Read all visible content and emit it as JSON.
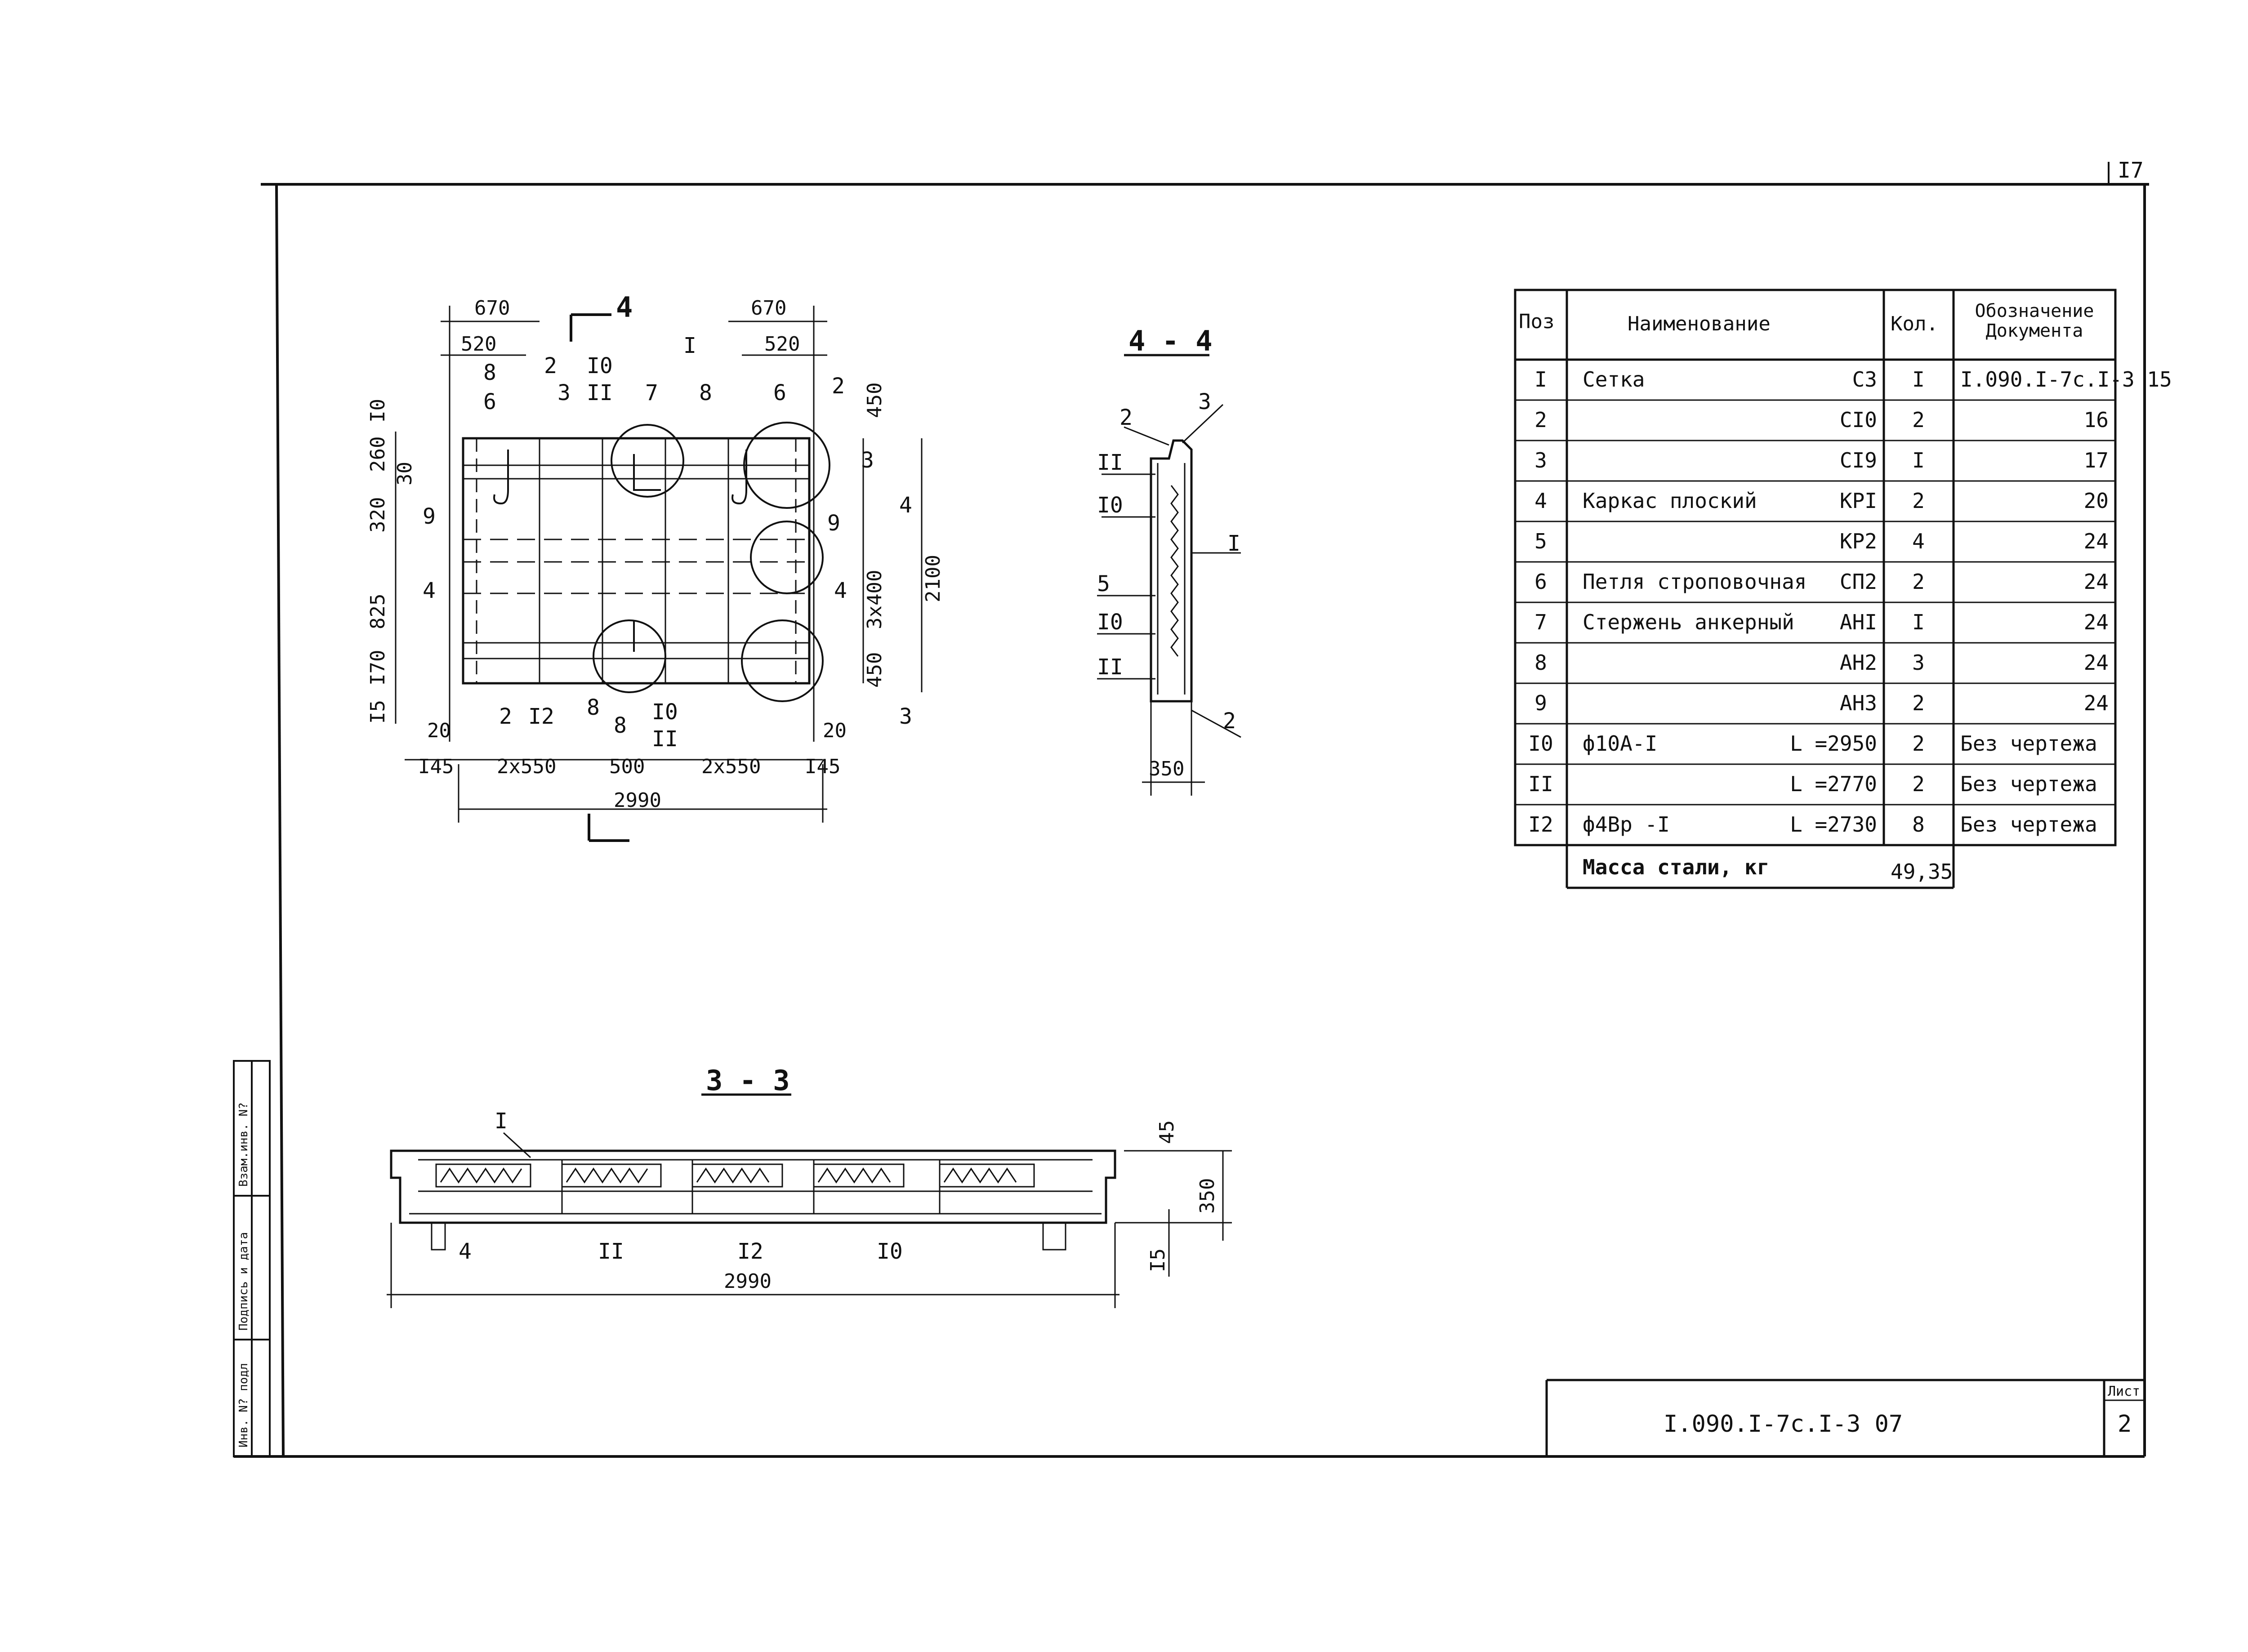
{
  "page_number": "I7",
  "sheet_label": "Лист",
  "sheet_number": "2",
  "doc_code": "I.090.I-7c.I-3 07",
  "stamp": {
    "fields": [
      "Инв. N? подл",
      "Подпись и дата",
      "Взам.инв. N?"
    ]
  },
  "plan_view": {
    "section_mark": "4",
    "dims_top": [
      "670",
      "520",
      "670",
      "520"
    ],
    "dims_bottom": [
      "I45",
      "2x550",
      "500",
      "2x550",
      "I45"
    ],
    "dim_20_left": "20",
    "dim_20_right": "20",
    "overall_width": "2990",
    "dims_left": [
      "I0",
      "260",
      "30",
      "320",
      "825",
      "I70",
      "I5"
    ],
    "dims_right": [
      "450",
      "3x400",
      "450",
      "2100"
    ],
    "position_marks": [
      "2",
      "I0",
      "II",
      "3",
      "I",
      "8",
      "6",
      "8",
      "6",
      "7",
      "2",
      "3",
      "9",
      "9",
      "4",
      "4",
      "4",
      "2",
      "I2",
      "8",
      "8",
      "I0",
      "II",
      "3"
    ]
  },
  "section_44": {
    "title": "4 - 4",
    "marks": [
      "2",
      "3",
      "II",
      "I0",
      "5",
      "I0",
      "II",
      "2",
      "I"
    ],
    "width": "350"
  },
  "section_33": {
    "title": "3 - 3",
    "marks": [
      "I",
      "4",
      "II",
      "I2",
      "I0"
    ],
    "length": "2990",
    "height": "350",
    "dim_15": "I5",
    "dim_top": "45"
  },
  "spec_table": {
    "headers": [
      "Поз",
      "Наименование",
      "Кол.",
      "Обозначение Документа"
    ],
    "rows": [
      {
        "pos": "I",
        "name": "Сетка",
        "mark": "С3",
        "qty": "I",
        "doc": "I.090.I-7с.I-3 15"
      },
      {
        "pos": "2",
        "name": "",
        "mark": "СI0",
        "qty": "2",
        "doc": "16"
      },
      {
        "pos": "3",
        "name": "",
        "mark": "СI9",
        "qty": "I",
        "doc": "17"
      },
      {
        "pos": "4",
        "name": "Каркас плоский",
        "mark": "КРI",
        "qty": "2",
        "doc": "20"
      },
      {
        "pos": "5",
        "name": "",
        "mark": "КР2",
        "qty": "4",
        "doc": "24"
      },
      {
        "pos": "6",
        "name": "Петля строповочная",
        "mark": "СП2",
        "qty": "2",
        "doc": "24"
      },
      {
        "pos": "7",
        "name": "Стержень анкерный",
        "mark": "АНI",
        "qty": "I",
        "doc": "24"
      },
      {
        "pos": "8",
        "name": "",
        "mark": "АН2",
        "qty": "3",
        "doc": "24"
      },
      {
        "pos": "9",
        "name": "",
        "mark": "АН3",
        "qty": "2",
        "doc": "24"
      },
      {
        "pos": "I0",
        "name": "ф10А-I",
        "mark": "L =2950",
        "qty": "2",
        "doc": "Без чертежа"
      },
      {
        "pos": "II",
        "name": "",
        "mark": "L =2770",
        "qty": "2",
        "doc": "Без чертежа"
      },
      {
        "pos": "I2",
        "name": "ф4Вр -I",
        "mark": "L =2730",
        "qty": "8",
        "doc": "Без чертежа"
      }
    ],
    "mass_label": "Масса стали, кг",
    "mass_value": "49,35"
  }
}
